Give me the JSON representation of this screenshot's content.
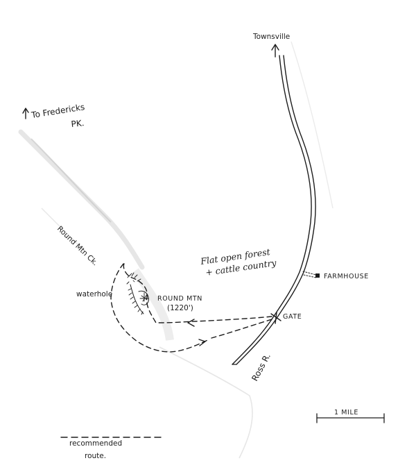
{
  "map": {
    "places": {
      "townsville": "Townsville",
      "fredericks": "To Fredericks",
      "fredericks_pk": "PK.",
      "farmhouse": "FARMHOUSE",
      "gate": "GATE",
      "round_mtn": "ROUND MTN",
      "round_mtn_height": "(1220')",
      "waterhole": "waterhole",
      "creek": "Round Mtn Ck.",
      "river": "Ross R."
    },
    "annotation": {
      "line1": "Flat open forest",
      "line2": "+ cattle country"
    },
    "scale": {
      "label": "1 MILE"
    },
    "legend": {
      "line1": "recommended",
      "line2": "route."
    },
    "colors": {
      "ink": "#1c1c1c",
      "pencil": "#c9c9c9",
      "paper": "#ffffff"
    }
  }
}
